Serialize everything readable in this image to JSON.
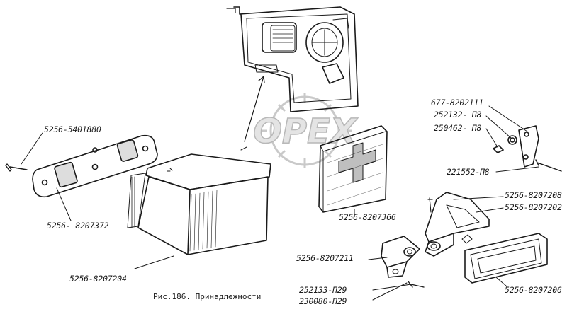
{
  "watermark": "OPEX",
  "caption": "Рис.186. Принадлежности",
  "labels": {
    "l1": "5256-5401880",
    "l2": "5256- 8207372",
    "l3": "5256-8207204",
    "l4": "5256-8207J66",
    "l5": "677-8202111",
    "l6": "252132- П8",
    "l7": "250462- П8",
    "l8": "221552-П8",
    "l9": "5256-8207208",
    "l10": "5256-8207202",
    "l11": "5256-8207211",
    "l12": "252133-П29",
    "l13": "230080-П29",
    "l14": "5256-8207206"
  }
}
